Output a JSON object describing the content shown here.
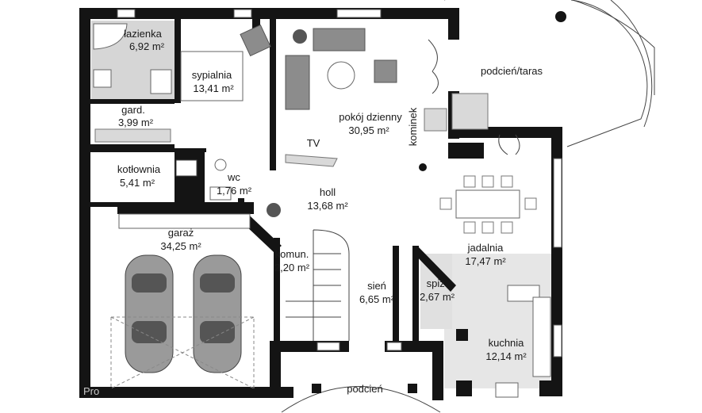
{
  "rooms": [
    {
      "name": "łazienka",
      "area": "6,92 m²"
    },
    {
      "name": "sypialnia",
      "area": "13,41 m²"
    },
    {
      "name": "gard.",
      "area": "3,99 m²"
    },
    {
      "name": "kotłownia",
      "area": "5,41 m²"
    },
    {
      "name": "wc",
      "area": "1,76 m²"
    },
    {
      "name": "pokój dzienny",
      "area": "30,95 m²"
    },
    {
      "name": "podcień/taras",
      "area": ""
    },
    {
      "name": "holl",
      "area": "13,68 m²"
    },
    {
      "name": "garaż",
      "area": "34,25 m²"
    },
    {
      "name": "jadalnia",
      "area": "17,47 m²"
    },
    {
      "name": "komun.",
      "area": "2,20 m²"
    },
    {
      "name": "sień",
      "area": "6,65 m²"
    },
    {
      "name": "spiż.",
      "area": "2,67 m²"
    },
    {
      "name": "kuchnia",
      "area": "12,14 m²"
    },
    {
      "name": "podcień",
      "area": ""
    }
  ],
  "labels": {
    "tv": "TV",
    "kominek": "kominek",
    "watermark": "Pro"
  },
  "colors": {
    "wall": "#141414",
    "floor_wet": "#d6d6d6",
    "furniture": "#8c8c8c"
  }
}
